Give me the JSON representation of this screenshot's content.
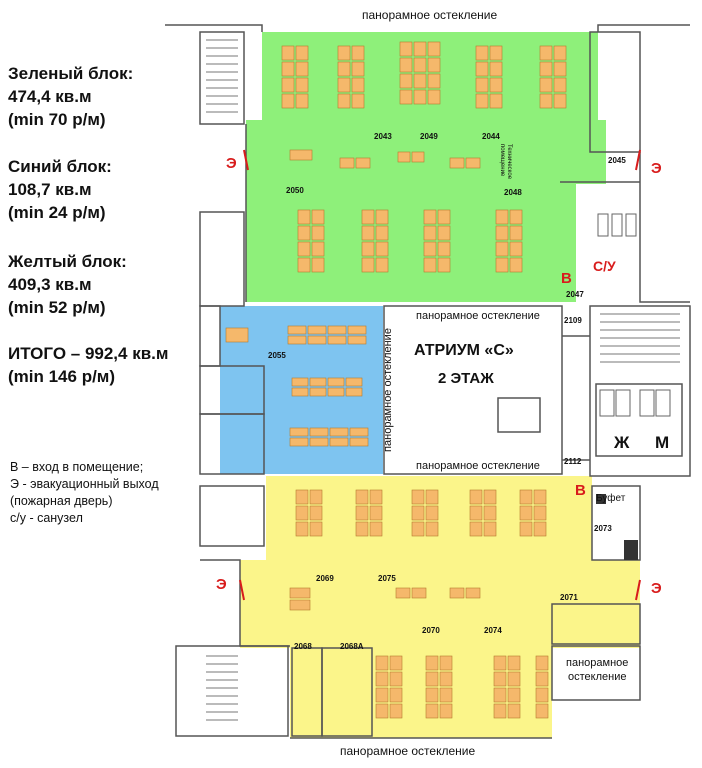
{
  "legend": {
    "green_title": "Зеленый блок:",
    "green_area": "474,4 кв.м",
    "green_min": "(min 70 р/м)",
    "blue_title": "Синий блок:",
    "blue_area": "108,7 кв.м",
    "blue_min": "(min 24 р/м)",
    "yellow_title": "Желтый блок:",
    "yellow_area": "409,3 кв.м",
    "yellow_min": "(min 52 р/м)",
    "total_title": "ИТОГО – 992,4 кв.м",
    "total_min": "(min 146 р/м)"
  },
  "notes": {
    "line1": "В – вход в помещение;",
    "line2": "Э - эвакуационный выход",
    "line3": "(пожарная дверь)",
    "line4": "с/у - санузел"
  },
  "plan": {
    "panorama_top": "панорамное остекление",
    "panorama_bottom": "панорамное остекление",
    "panorama_atrium_top": "панорамное остекление",
    "panorama_atrium_bottom": "панорамное остекление",
    "panorama_vertical": "панорамное остекление",
    "panorama_right_line1": "панорамное",
    "panorama_right_line2": "остекление",
    "atrium_title": "АТРИУМ «С»",
    "atrium_floor": "2 ЭТАЖ",
    "tech_room": "Техническое помещение",
    "buffet": "Буфет",
    "wc": "С/У",
    "wc_m": "М",
    "wc_w": "Ж",
    "entry": "В",
    "exit": "Э",
    "rooms": {
      "r2043": "2043",
      "r2049": "2049",
      "r2044": "2044",
      "r2045": "2045",
      "r2048": "2048",
      "r2050": "2050",
      "r2047": "2047",
      "r2109": "2109",
      "r2055": "2055",
      "r2112": "2112",
      "r2073": "2073",
      "r2069": "2069",
      "r2075": "2075",
      "r2070": "2070",
      "r2074": "2074",
      "r2071": "2071",
      "r2068": "2068",
      "r2068A": "2068А"
    }
  },
  "colors": {
    "green": "#8ef07a",
    "blue": "#7ec4f0",
    "yellow": "#fbf58a",
    "desk": "#f5b86b",
    "red": "#d81c1c",
    "wall": "#555555"
  }
}
